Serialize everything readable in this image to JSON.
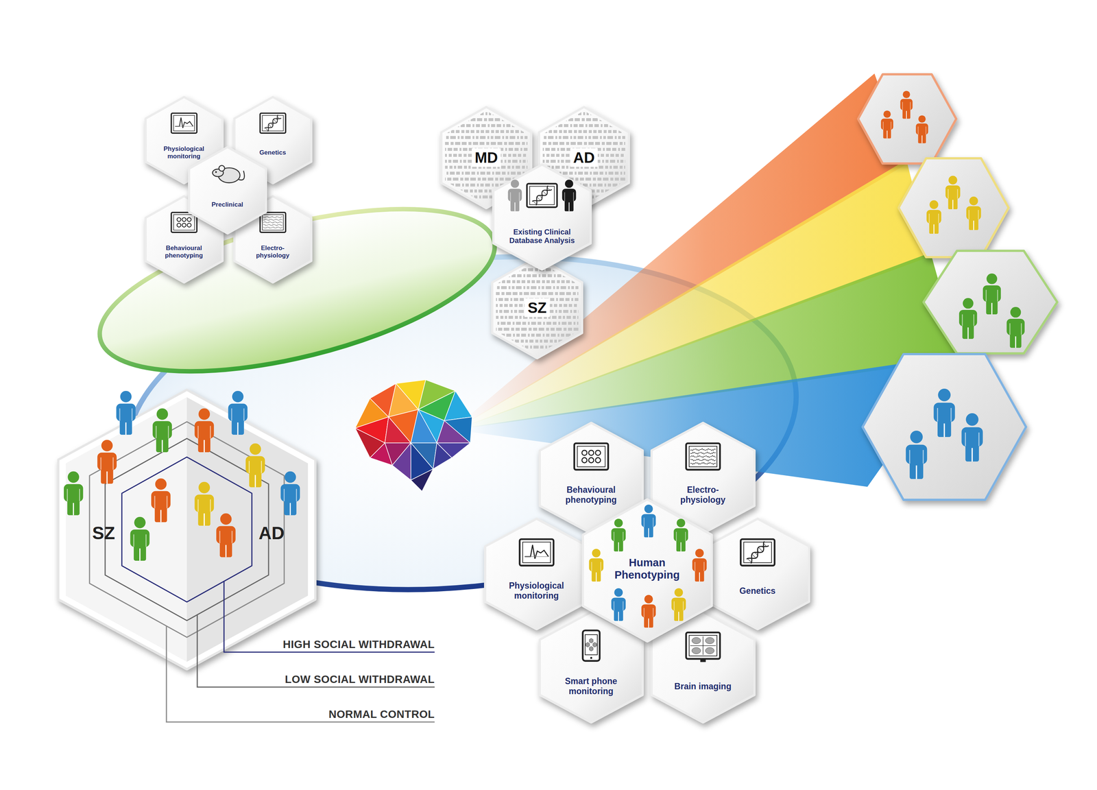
{
  "diagram": {
    "nodes": [
      {
        "text": [
          "Physiological monitoring"
        ]
      },
      {
        "text": [
          "Genetics"
        ]
      },
      {
        "text": [
          "Preclinical"
        ]
      },
      {
        "text": [
          "Behavioural phenotyping"
        ]
      },
      {
        "text": [
          "Electro- physiology"
        ]
      },
      {
        "text": [
          "MD"
        ]
      },
      {
        "text": [
          "AD"
        ]
      },
      {
        "text": [
          "Existing Clinical Database Analysis"
        ]
      },
      {
        "text": [
          "SZ"
        ]
      },
      {
        "text": [
          "SZ",
          "AD"
        ]
      },
      {
        "text": [
          "Behavioural phenotyping"
        ]
      },
      {
        "text": [
          "Electro- physiology"
        ]
      },
      {
        "text": [
          "Physiological monitoring"
        ]
      },
      {
        "text": [
          "Human Phenotyping"
        ]
      },
      {
        "text": [
          "Genetics"
        ]
      },
      {
        "text": [
          "Smart phone monitoring"
        ]
      },
      {
        "text": [
          "Brain imaging"
        ]
      }
    ],
    "labels": [
      "HIGH SOCIAL WITHDRAWAL",
      "LOW SOCIAL WITHDRAWAL",
      "NORMAL CONTROL"
    ]
  }
}
